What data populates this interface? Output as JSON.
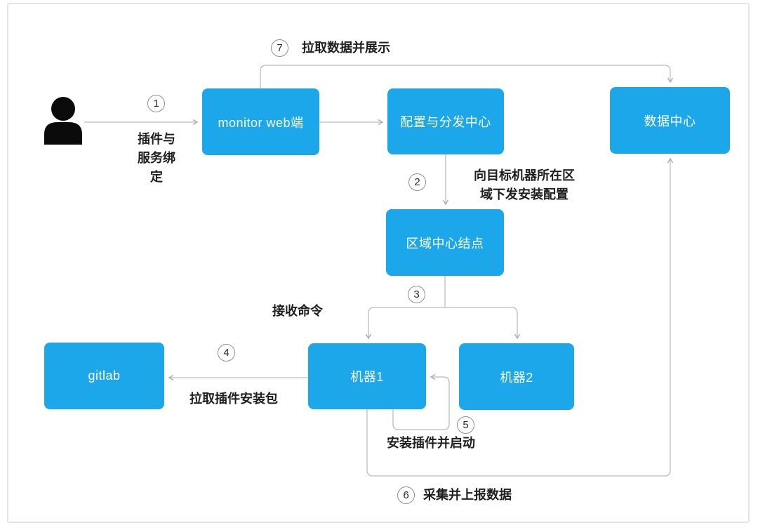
{
  "diagram": {
    "accent_color": "#1BA7E9",
    "wire_color": "#b9b9b9",
    "nodes": {
      "monitor": {
        "label": "monitor web端"
      },
      "config_center": {
        "label": "配置与分发中心"
      },
      "data_center": {
        "label": "数据中心"
      },
      "region_node": {
        "label": "区域中心结点"
      },
      "gitlab": {
        "label": "gitlab"
      },
      "machine1": {
        "label": "机器1"
      },
      "machine2": {
        "label": "机器2"
      }
    },
    "steps": [
      {
        "num": "1",
        "label": "插件与服务绑定"
      },
      {
        "num": "2",
        "label": "向目标机器所在区域下发安装配置"
      },
      {
        "num": "3",
        "label": "接收命令"
      },
      {
        "num": "4",
        "label": "拉取插件安装包"
      },
      {
        "num": "5",
        "label": "安装插件并启动"
      },
      {
        "num": "6",
        "label": "采集并上报数据"
      },
      {
        "num": "7",
        "label": "拉取数据并展示"
      }
    ]
  }
}
